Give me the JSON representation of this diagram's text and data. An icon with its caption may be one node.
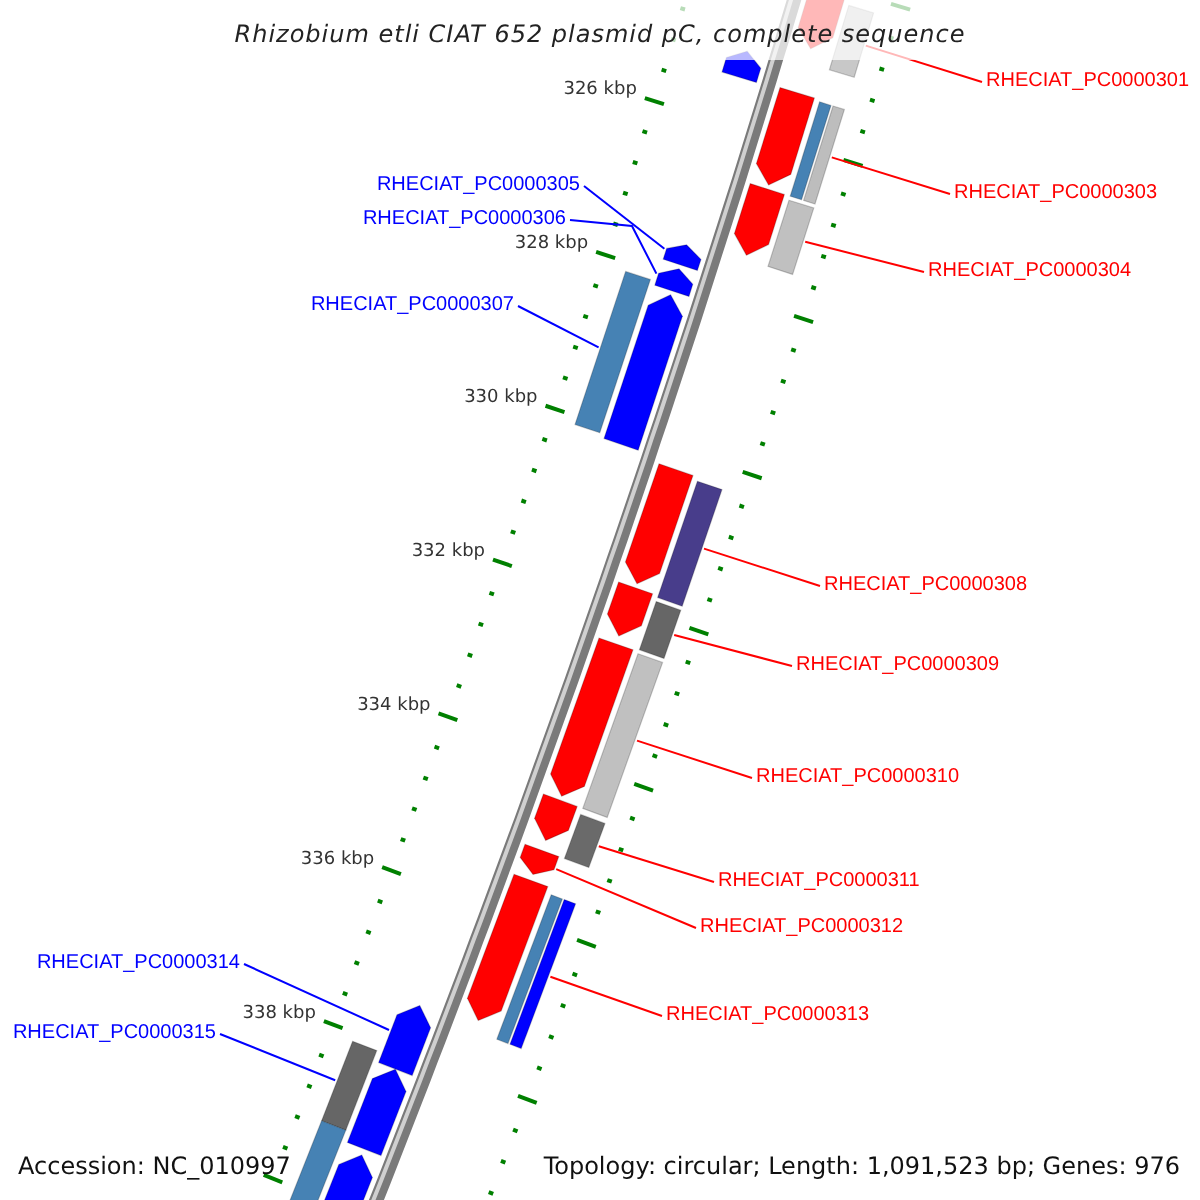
{
  "diagram": {
    "title": "Rhizobium etli CIAT 652 plasmid pC, complete sequence",
    "nodes": [
      {
        "text": [
          "RHECIAT_PC0000301"
        ]
      },
      {
        "text": [
          "RHECIAT_PC0000303"
        ]
      },
      {
        "text": [
          "RHECIAT_PC0000304"
        ]
      },
      {
        "text": [
          "RHECIAT_PC0000305"
        ]
      },
      {
        "text": [
          "RHECIAT_PC0000306"
        ]
      },
      {
        "text": [
          "RHECIAT_PC0000307"
        ]
      },
      {
        "text": [
          "RHECIAT_PC0000308"
        ]
      },
      {
        "text": [
          "RHECIAT_PC0000309"
        ]
      },
      {
        "text": [
          "RHECIAT_PC0000310"
        ]
      },
      {
        "text": [
          "RHECIAT_PC0000311"
        ]
      },
      {
        "text": [
          "RHECIAT_PC0000312"
        ]
      },
      {
        "text": [
          "RHECIAT_PC0000313"
        ]
      },
      {
        "text": [
          "RHECIAT_PC0000314"
        ]
      },
      {
        "text": [
          "RHECIAT_PC0000315"
        ]
      },
      {
        "text": [],
        "shape": "bar"
      },
      {
        "text": [],
        "shape": "bar"
      },
      {
        "text": [],
        "shape": "bar"
      },
      {
        "text": [],
        "shape": "arrow"
      },
      {
        "text": [],
        "shape": "arrow"
      },
      {
        "text": [],
        "shape": "bar"
      },
      {
        "text": [],
        "shape": "bar"
      },
      {
        "text": [],
        "shape": "bar"
      },
      {
        "text": [],
        "shape": "bar"
      },
      {
        "text": [],
        "shape": "bar"
      },
      {
        "text": [],
        "shape": "arrow"
      },
      {
        "text": [],
        "shape": "bar"
      },
      {
        "text": [],
        "shape": "arrow"
      },
      {
        "text": [],
        "shape": "bar"
      },
      {
        "text": [],
        "shape": "arrow"
      },
      {
        "text": [],
        "shape": "arrow"
      },
      {
        "text": [],
        "shape": "arrow"
      },
      {
        "text": [],
        "shape": "bar"
      },
      {
        "text": [],
        "shape": "arrow"
      },
      {
        "text": [],
        "shape": "arrow"
      },
      {
        "text": [],
        "shape": "arrow"
      },
      {
        "text": [],
        "shape": "arrow"
      },
      {
        "text": [],
        "shape": "arrow"
      },
      {
        "text": [],
        "shape": "arrow"
      },
      {
        "text": [],
        "shape": "arrow"
      },
      {
        "text": [],
        "shape": "bar"
      },
      {
        "text": [],
        "shape": "arrow"
      },
      {
        "text": [],
        "shape": "bar"
      },
      {
        "text": [],
        "shape": "arrow"
      }
    ],
    "edges": [
      {
        "from": 0,
        "to": 14,
        "arrow": "none"
      },
      {
        "from": 1,
        "to": 15,
        "arrow": "none"
      },
      {
        "from": 2,
        "to": 16,
        "arrow": "none"
      },
      {
        "from": 3,
        "to": 17,
        "arrow": "none",
        "color": "#0000ff"
      },
      {
        "from": 4,
        "to": 18,
        "arrow": "none",
        "color": "#0000ff"
      },
      {
        "from": 5,
        "to": 19,
        "arrow": "none",
        "color": "#0000ff"
      },
      {
        "from": 6,
        "to": 20,
        "arrow": "none"
      },
      {
        "from": 7,
        "to": 21,
        "arrow": "none"
      },
      {
        "from": 8,
        "to": 22,
        "arrow": "none"
      },
      {
        "from": 9,
        "to": 23,
        "arrow": "none"
      },
      {
        "from": 10,
        "to": 24,
        "arrow": "none"
      },
      {
        "from": 11,
        "to": 25,
        "arrow": "none"
      },
      {
        "from": 12,
        "to": 26,
        "arrow": "none",
        "color": "#0000ff"
      },
      {
        "from": 13,
        "to": 27,
        "arrow": "none",
        "color": "#0000ff"
      }
    ],
    "labels": [
      "326 kbp",
      "328 kbp",
      "330 kbp",
      "332 kbp",
      "334 kbp",
      "336 kbp",
      "338 kbp",
      "Accession: NC_010997",
      "Topology: circular; Length: 1,091,523 bp; Genes: 976"
    ]
  }
}
